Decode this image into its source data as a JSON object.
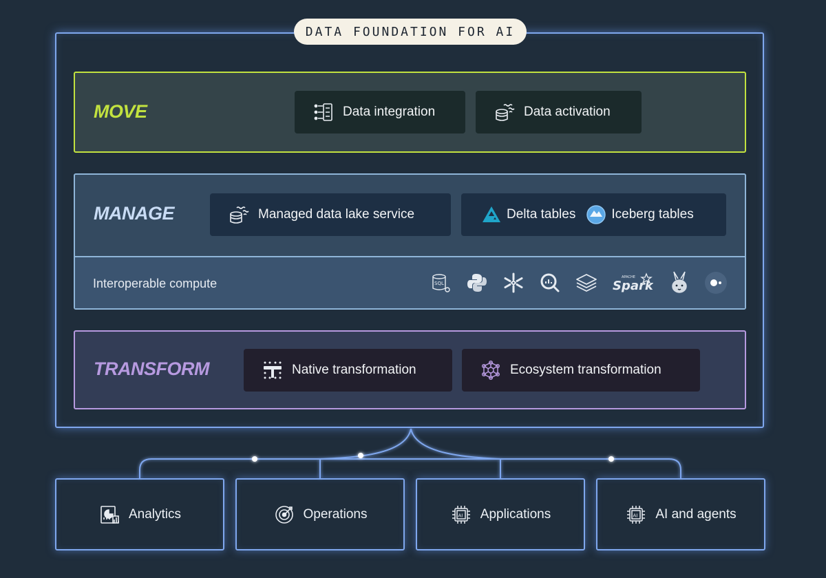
{
  "header": {
    "title": "DATA FOUNDATION FOR AI"
  },
  "layers": {
    "move": {
      "label": "MOVE",
      "color": "#c2e23f",
      "items": [
        {
          "label": "Data integration",
          "icon": "data-integration-icon"
        },
        {
          "label": "Data activation",
          "icon": "data-activation-icon"
        }
      ]
    },
    "manage": {
      "label": "MANAGE",
      "color": "#c9dcf5",
      "items": [
        {
          "label": "Managed data lake service",
          "icon": "data-lake-icon"
        }
      ],
      "tables": [
        {
          "label": "Delta tables",
          "icon": "delta-logo-icon"
        },
        {
          "label": "Iceberg tables",
          "icon": "iceberg-logo-icon"
        }
      ],
      "compute": {
        "label": "Interoperable compute",
        "tools": [
          "sql-icon",
          "python-icon",
          "snowflake-icon",
          "bigquery-icon",
          "databricks-icon",
          "spark-icon",
          "bunny-icon",
          "starburst-icon"
        ],
        "spark_small": "APACHE",
        "spark_text": "Spark"
      }
    },
    "transform": {
      "label": "TRANSFORM",
      "color": "#b79ae0",
      "items": [
        {
          "label": "Native transformation",
          "icon": "native-transformation-icon"
        },
        {
          "label": "Ecosystem transformation",
          "icon": "ecosystem-transformation-icon"
        }
      ]
    }
  },
  "destinations": [
    {
      "label": "Analytics",
      "icon": "analytics-icon"
    },
    {
      "label": "Operations",
      "icon": "operations-icon"
    },
    {
      "label": "Applications",
      "icon": "applications-ai-chip-icon"
    },
    {
      "label": "AI and agents",
      "icon": "ai-chip-icon"
    }
  ]
}
